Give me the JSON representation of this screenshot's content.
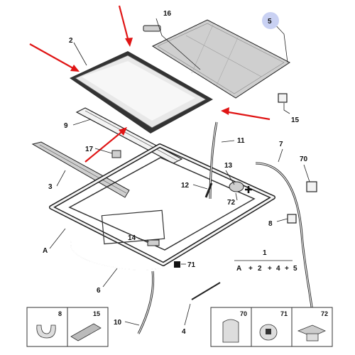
{
  "callouts": {
    "c16": "16",
    "c5": "5",
    "c2": "2",
    "c15": "15",
    "c9": "9",
    "c11": "11",
    "c7": "7",
    "c17": "17",
    "c70": "70",
    "c13": "13",
    "c3": "3",
    "c12": "12",
    "c72": "72",
    "c8": "8",
    "cA": "A",
    "c14": "14",
    "c1": "1",
    "c71": "71",
    "c6": "6",
    "c10": "10",
    "c4": "4"
  },
  "formula": {
    "parts": [
      "A",
      "+",
      "2",
      "+",
      "4",
      "+",
      "5"
    ]
  },
  "legend": [
    {
      "number": "8"
    },
    {
      "number": "15"
    },
    {
      "number": "70"
    },
    {
      "number": "71"
    },
    {
      "number": "72"
    }
  ],
  "colors": {
    "arrow": "#e01515",
    "highlight_circle": "#c9d1f3",
    "line": "#222222"
  }
}
